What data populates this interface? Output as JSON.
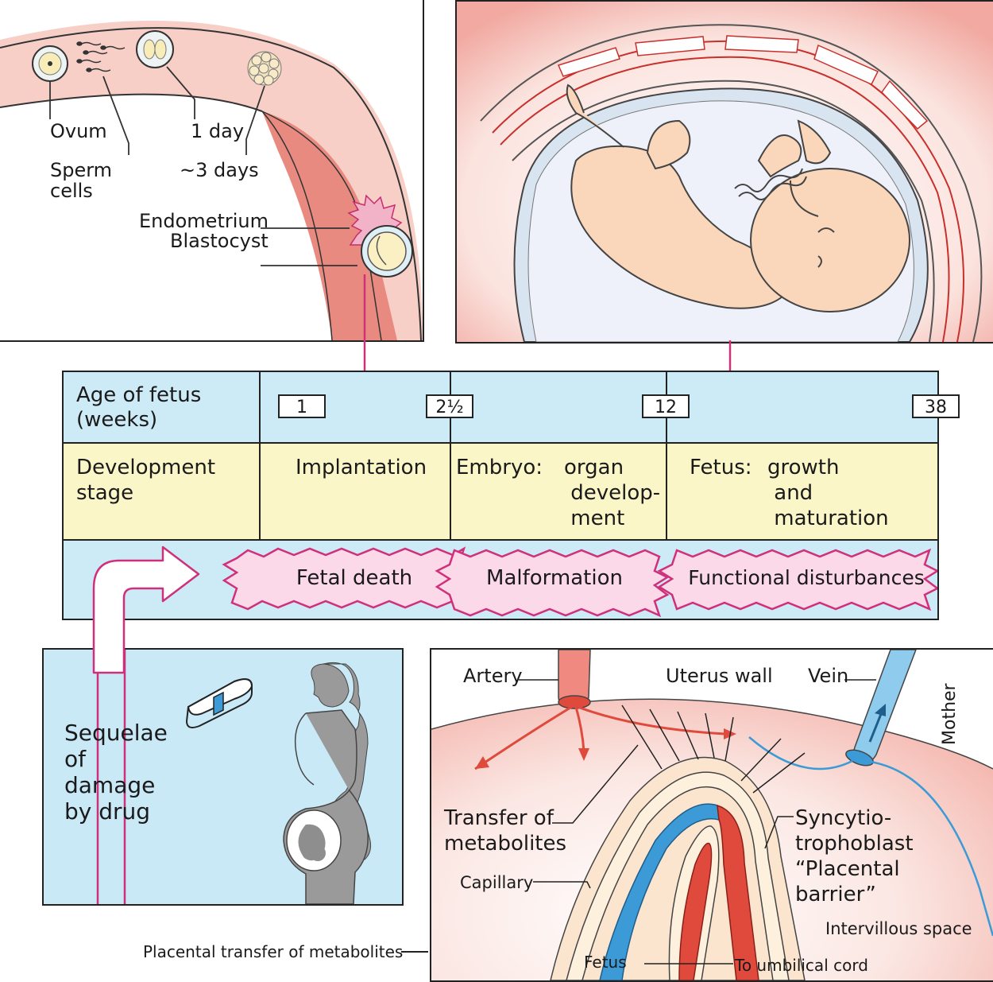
{
  "top_left": {
    "ovum": "Ovum",
    "sperm": "Sperm\ncells",
    "day1": "1 day",
    "day3": "~3 days",
    "endometrium": "Endometrium",
    "blastocyst": "Blastocyst"
  },
  "timeline": {
    "age_label": "Age of fetus\n(weeks)",
    "weeks": [
      "1",
      "2½",
      "12",
      "38"
    ],
    "stage_label": "Development\nstage",
    "stages": {
      "implantation": "Implantation",
      "embryo_prefix": "Embryo:",
      "embryo_detail": "organ\n develop-\n ment",
      "fetus_prefix": "Fetus:",
      "fetus_detail": "growth\n and\n maturation"
    },
    "effects": [
      "Fetal death",
      "Malformation",
      "Functional disturbances"
    ]
  },
  "drug_panel": {
    "text": "Sequelae\nof\ndamage\nby drug"
  },
  "placenta": {
    "artery": "Artery",
    "uterus_wall": "Uterus wall",
    "vein": "Vein",
    "mother": "Mother",
    "transfer": "Transfer of\nmetabolites",
    "capillary": "Capillary",
    "syncytio": "Syncytio-\ntrophoblast\n“Placental\nbarrier”",
    "intervillous": "Intervillous space",
    "fetus": "Fetus",
    "umbilical": "To umbilical cord"
  },
  "caption": "Placental transfer of metabolites",
  "colors": {
    "pink_bg": "#f6c6bd",
    "uterus_red": "#e7837a",
    "table_blue": "#cdeaf7",
    "table_yellow": "#fbf6c8",
    "magenta": "#d0307a",
    "burst_fill": "#fbd9e8",
    "artery_red": "#e04a3d",
    "vein_blue": "#3c9bd6",
    "fetus_skin": "#f9d5b7"
  }
}
